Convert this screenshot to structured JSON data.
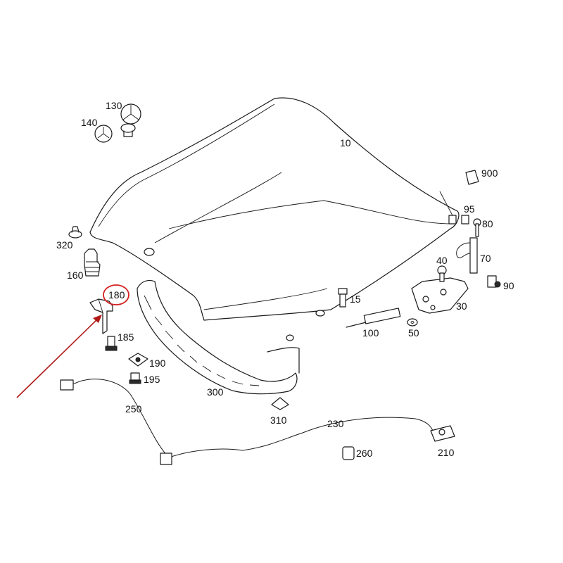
{
  "labels": {
    "p10": "10",
    "p15": "15",
    "p30": "30",
    "p40": "40",
    "p50": "50",
    "p70": "70",
    "p80": "80",
    "p90": "90",
    "p95": "95",
    "p100": "100",
    "p130": "130",
    "p140": "140",
    "p160": "160",
    "p180": "180",
    "p185": "185",
    "p190": "190",
    "p195": "195",
    "p210": "210",
    "p230": "230",
    "p250": "250",
    "p260": "260",
    "p300": "300",
    "p310": "310",
    "p320": "320",
    "p900": "900"
  },
  "highlight": {
    "part": "180",
    "circle_color": "#d42020",
    "arrow_color": "#b01818"
  },
  "colors": {
    "line": "#1a1a1a",
    "background": "#ffffff"
  }
}
